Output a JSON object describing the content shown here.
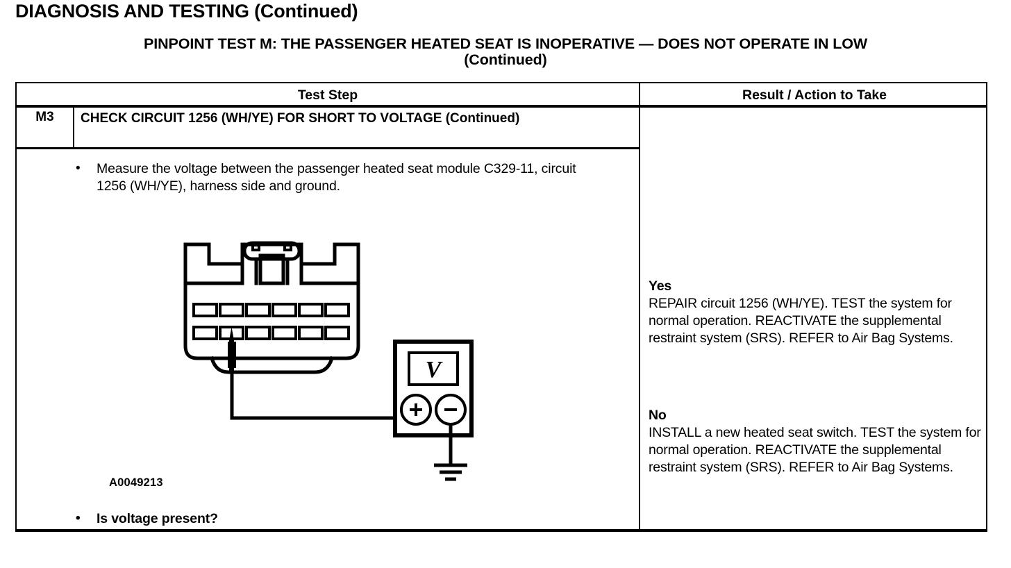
{
  "page": {
    "heading": "DIAGNOSIS AND TESTING (Continued)",
    "test_title_line1": "PINPOINT TEST M: THE PASSENGER HEATED SEAT IS INOPERATIVE — DOES NOT OPERATE IN LOW",
    "test_title_line2": "(Continued)"
  },
  "table": {
    "headers": {
      "test_step": "Test Step",
      "result_action": "Result / Action to Take"
    },
    "step": {
      "id": "M3",
      "title": "CHECK CIRCUIT 1256 (WH/YE) FOR SHORT TO VOLTAGE (Continued)",
      "bullets": [
        {
          "marker": "•",
          "text": "Measure the voltage between the passenger heated seat module C329-11, circuit 1256 (WH/YE), harness side and ground."
        },
        {
          "marker": "•",
          "text": "Is voltage present?"
        }
      ],
      "figure_id": "A0049213"
    },
    "results": [
      {
        "answer": "Yes",
        "action": "REPAIR circuit 1256 (WH/YE). TEST the system for normal operation. REACTIVATE the supplemental restraint system (SRS). REFER to Air Bag Systems."
      },
      {
        "answer": "No",
        "action": "INSTALL a new heated seat switch. TEST the system for normal operation. REACTIVATE the supplemental restraint system (SRS). REFER to Air Bag Systems."
      }
    ]
  },
  "diagram": {
    "meter_display_label": "V",
    "positive_terminal_label": "+",
    "negative_terminal_label": "−",
    "connector_pin_rows": 2,
    "connector_pins_per_row": 6,
    "probed_pin": "bottom-row-2",
    "line_color": "#000000"
  }
}
